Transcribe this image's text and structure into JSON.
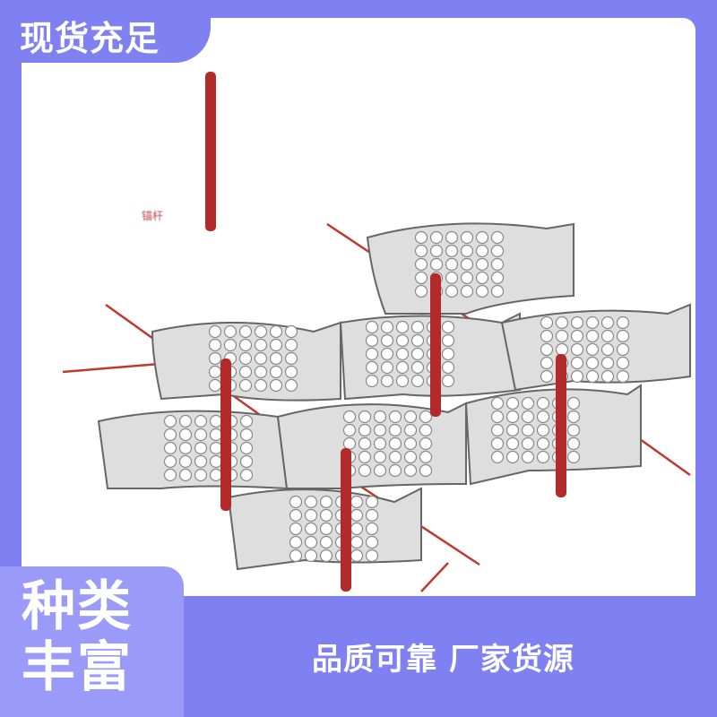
{
  "badge": {
    "text": "现货充足"
  },
  "diagram": {
    "anchor_label": "锚杆"
  },
  "side_box": {
    "line1": "种类",
    "line2": "丰富"
  },
  "slogan": {
    "text": "品质可靠  厂家货源"
  },
  "colors": {
    "background": "#7f80f2",
    "side_box": "#9a9bf8",
    "anchor": "#b22a2a",
    "cell": "#dcdcdc"
  }
}
